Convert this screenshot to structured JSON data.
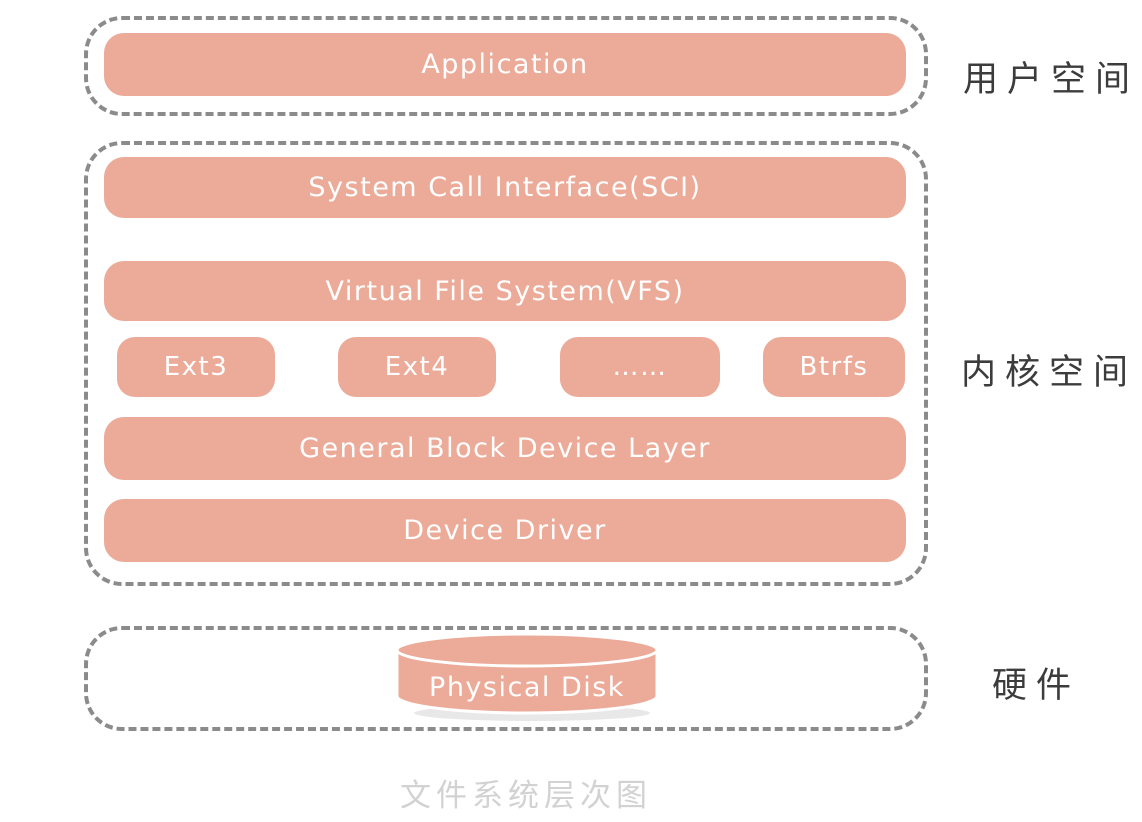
{
  "caption": "文件系统层次图",
  "colors": {
    "box_fill": "#ecaa98",
    "box_text": "#ffffff",
    "dash_border": "#8b8b8b",
    "side_label_text": "#3c3c3c",
    "caption_text": "#d2d2d2"
  },
  "user_space": {
    "side_label": "用户空间",
    "application_label": "Application"
  },
  "kernel_space": {
    "side_label": "内核空间",
    "sci_label": "System Call Interface(SCI)",
    "vfs_label": "Virtual File System(VFS)",
    "filesystems": [
      "Ext3",
      "Ext4",
      "……",
      "Btrfs"
    ],
    "gbdl_label": "General Block Device Layer",
    "driver_label": "Device Driver"
  },
  "hardware": {
    "side_label": "硬件",
    "disk_label": "Physical Disk"
  }
}
